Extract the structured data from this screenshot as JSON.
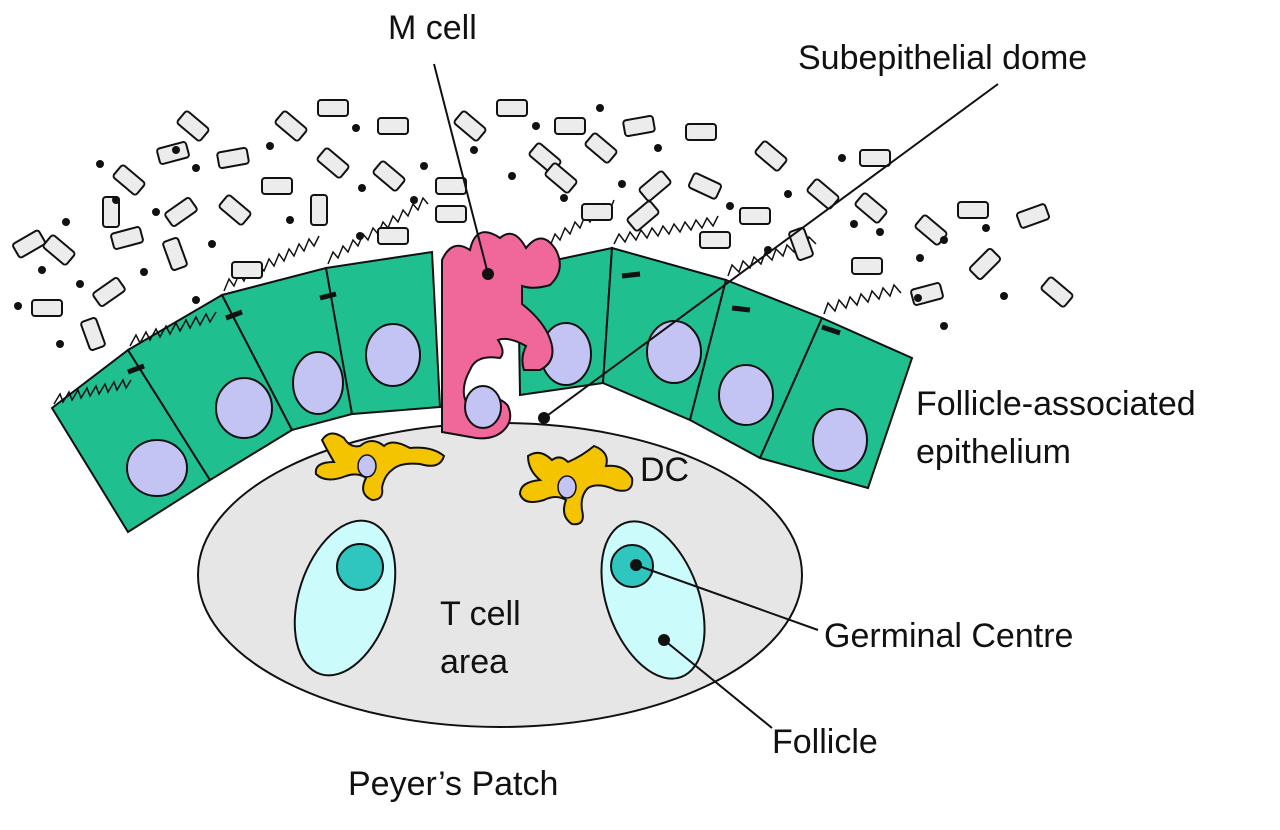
{
  "labels": {
    "m_cell": "M cell",
    "subepithelial_dome": "Subepithelial dome",
    "fae_line1": "Follicle-associated",
    "fae_line2": "epithelium",
    "dc": "DC",
    "t_cell_line1": "T cell",
    "t_cell_line2": "area",
    "germinal_centre": "Germinal Centre",
    "follicle": "Follicle",
    "peyers_patch": "Peyer’s Patch"
  },
  "colors": {
    "epithelial_cell": "#1fbf8f",
    "nucleus": "#c4c4f4",
    "m_cell": "#f0679a",
    "dendritic_cell": "#f5c400",
    "dome": "#e6e6e6",
    "follicle": "#ccfbfb",
    "germinal_centre": "#2fc6c0",
    "bacteria_rod": "#ececec",
    "outline": "#111111"
  }
}
